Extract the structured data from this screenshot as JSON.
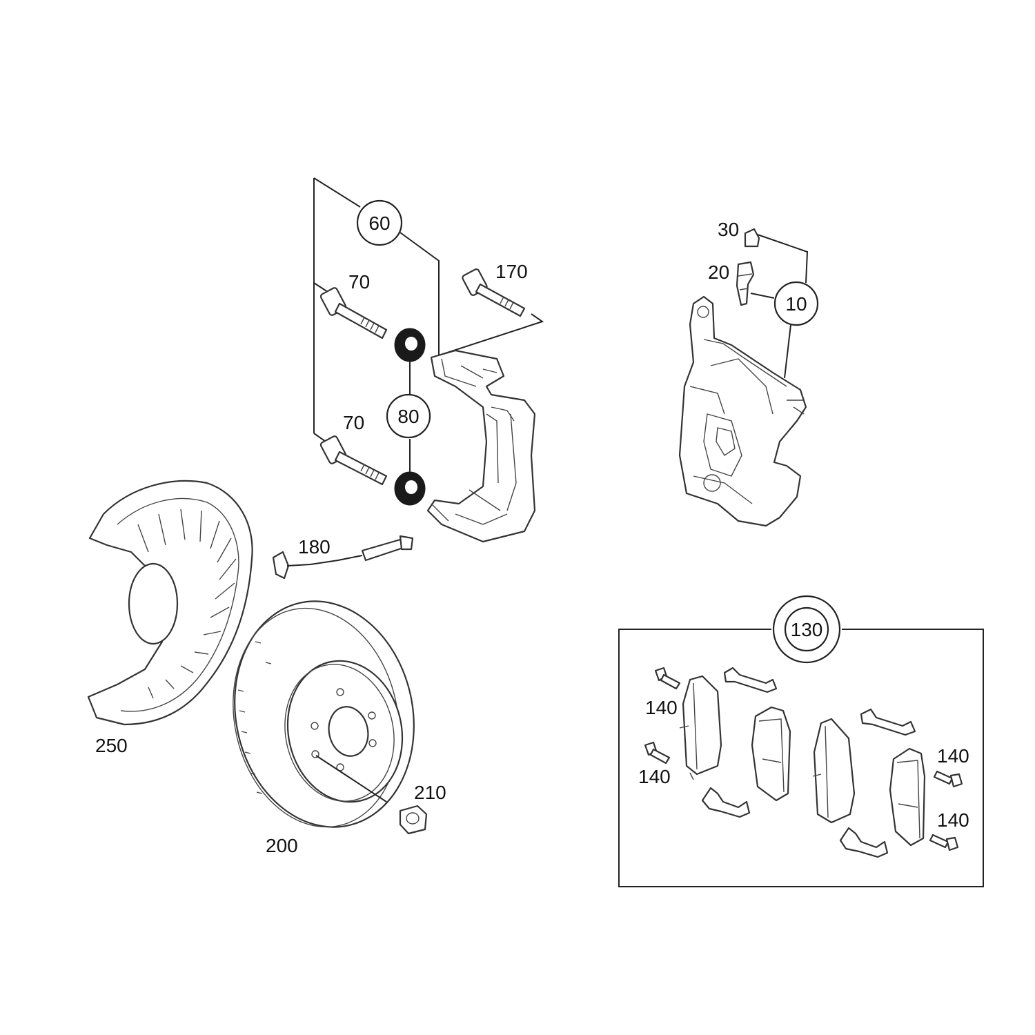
{
  "callouts": {
    "c10": "10",
    "c20": "20",
    "c30": "30",
    "c60": "60",
    "c70a": "70",
    "c70b": "70",
    "c80": "80",
    "c130": "130",
    "c140a": "140",
    "c140b": "140",
    "c140c": "140",
    "c140d": "140",
    "c170": "170",
    "c180": "180",
    "c200": "200",
    "c210": "210",
    "c250": "250"
  },
  "colors": {
    "highlight": "#d7141a",
    "line": "#222222"
  }
}
